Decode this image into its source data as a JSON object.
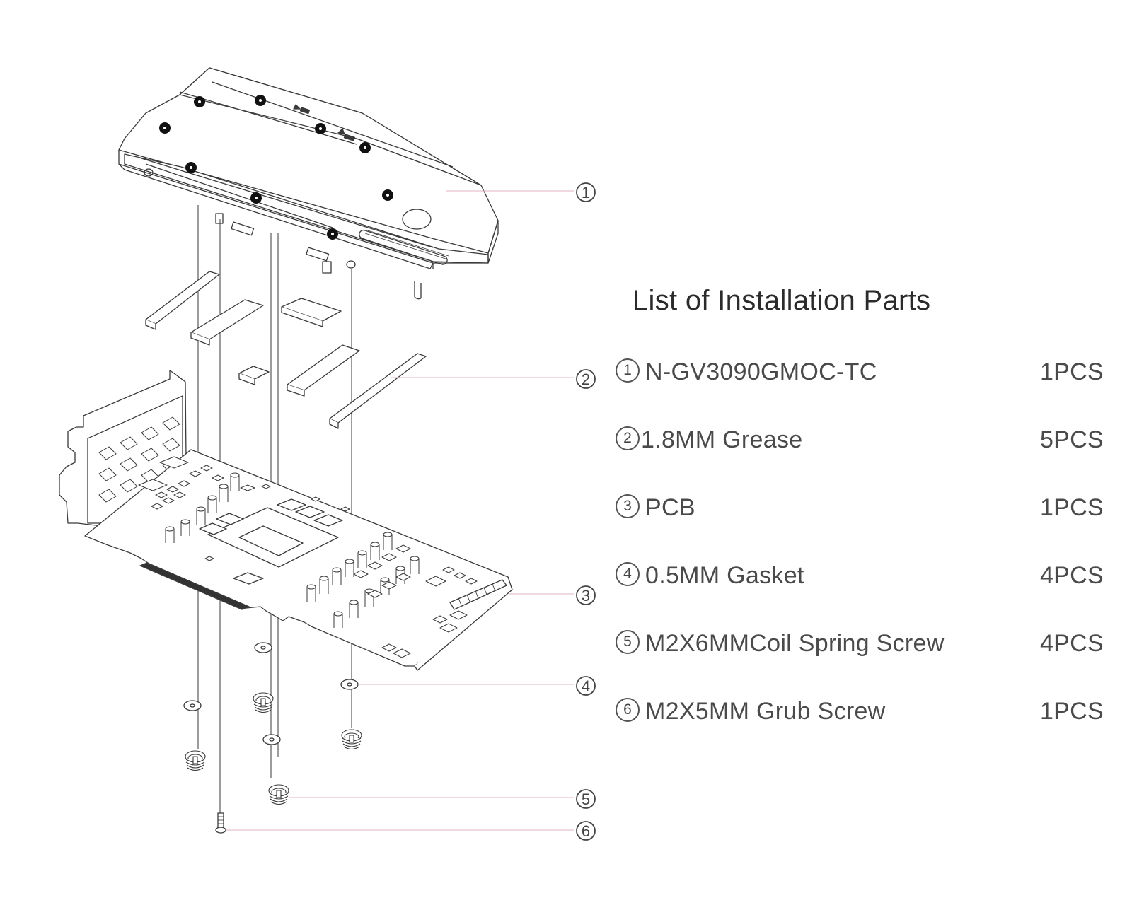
{
  "title": "List of Installation Parts",
  "colors": {
    "line_art": "#3a3a3a",
    "leader_line": "#e6c4cc",
    "text": "#4a4a4a",
    "background": "#ffffff"
  },
  "callouts": [
    {
      "num": "1"
    },
    {
      "num": "2"
    },
    {
      "num": "3"
    },
    {
      "num": "4"
    },
    {
      "num": "5"
    },
    {
      "num": "6"
    }
  ],
  "parts": [
    {
      "num": "1",
      "name": "N-GV3090GMOC-TC",
      "qty": "1PCS"
    },
    {
      "num": "2",
      "name": "1.8MM Grease",
      "qty": "5PCS"
    },
    {
      "num": "3",
      "name": "PCB",
      "qty": "1PCS"
    },
    {
      "num": "4",
      "name": "0.5MM Gasket",
      "qty": "4PCS"
    },
    {
      "num": "5",
      "name": "M2X6MMCoil Spring Screw",
      "qty": "4PCS"
    },
    {
      "num": "6",
      "name": "M2X5MM Grub Screw",
      "qty": "1PCS"
    }
  ]
}
